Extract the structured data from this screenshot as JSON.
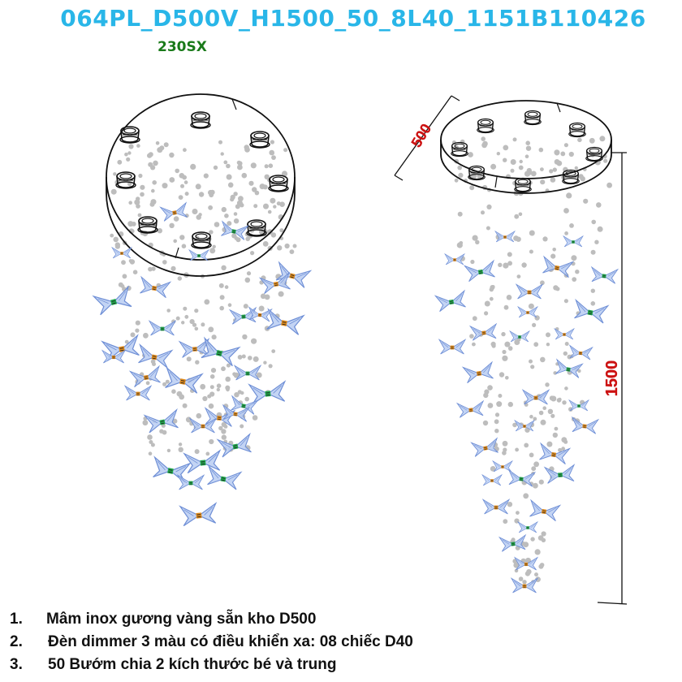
{
  "title": "064PL_D500V_H1500_50_8L40_1151B110426",
  "subtitle": "230SX",
  "dimensions": {
    "diameter_label": "500",
    "height_label": "1500"
  },
  "colors": {
    "title": "#29b6e8",
    "subtitle": "#1a7a1a",
    "dimension": "#cc1111",
    "butterfly_fill": "#b8cdf2",
    "butterfly_stroke": "#6f8fd6",
    "crystal": "#bdbdbd",
    "body_orange": "#e08a1a",
    "body_green": "#1fa84a"
  },
  "notes": [
    {
      "num": "1.",
      "text": "Mâm inox gương vàng sẵn kho D500"
    },
    {
      "num": "2.",
      "text": "Đèn dimmer 3 màu có điều khiển xa: 08 chiếc D40"
    },
    {
      "num": "3.",
      "text": "50 Bướm chia 2 kích thước bé và trung"
    }
  ]
}
